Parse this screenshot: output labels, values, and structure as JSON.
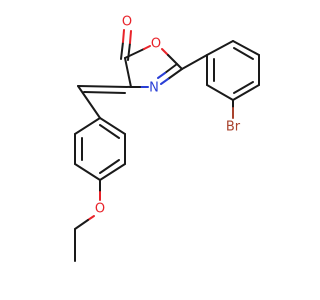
{
  "molecule": {
    "atoms": {
      "carbonyl_o": "O",
      "ring_o": "O",
      "ring_n": "N",
      "ether_o": "O",
      "bromine": "Br"
    },
    "colors": {
      "bond": "#1a1a1a",
      "oxygen": "#e8232a",
      "nitrogen": "#2a3fd6",
      "bromine": "#a9432e"
    }
  }
}
